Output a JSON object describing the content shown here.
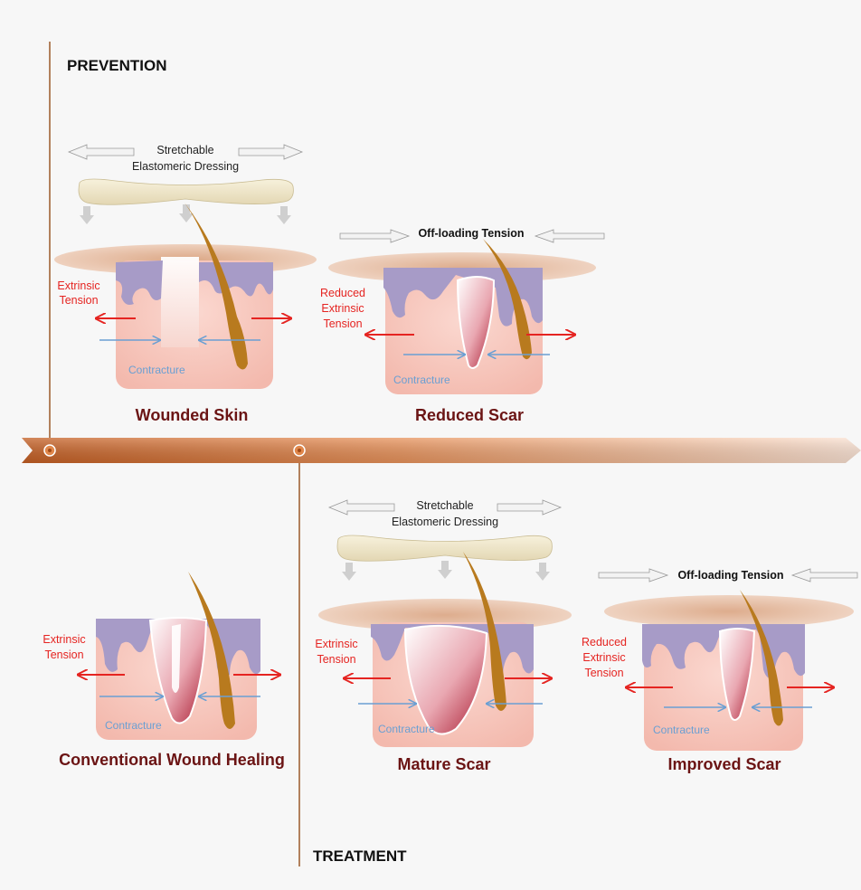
{
  "sections": {
    "prevention": "PREVENTION",
    "treatment": "TREATMENT"
  },
  "dressing_label": [
    "Stretchable",
    "Elastomeric Dressing"
  ],
  "offloading_label": "Off-loading Tension",
  "labels": {
    "extrinsic_tension": [
      "Extrinsic",
      "Tension"
    ],
    "reduced_extrinsic_tension": [
      "Reduced",
      "Extrinsic",
      "Tension"
    ],
    "contracture": "Contracture"
  },
  "panels": {
    "wounded_skin": "Wounded Skin",
    "reduced_scar": "Reduced Scar",
    "conventional": "Conventional Wound Healing",
    "mature_scar": "Mature Scar",
    "improved_scar": "Improved Scar"
  },
  "colors": {
    "timeline_start": "#c8642a",
    "timeline_end": "#fbe3d4",
    "tension_arrow": "#e52421",
    "contracture_arrow": "#6a9fd3",
    "title": "#6b1414",
    "dermis": "#f6c9bf",
    "epidermis": "#a79bc7",
    "hair": "#b87a1e"
  }
}
